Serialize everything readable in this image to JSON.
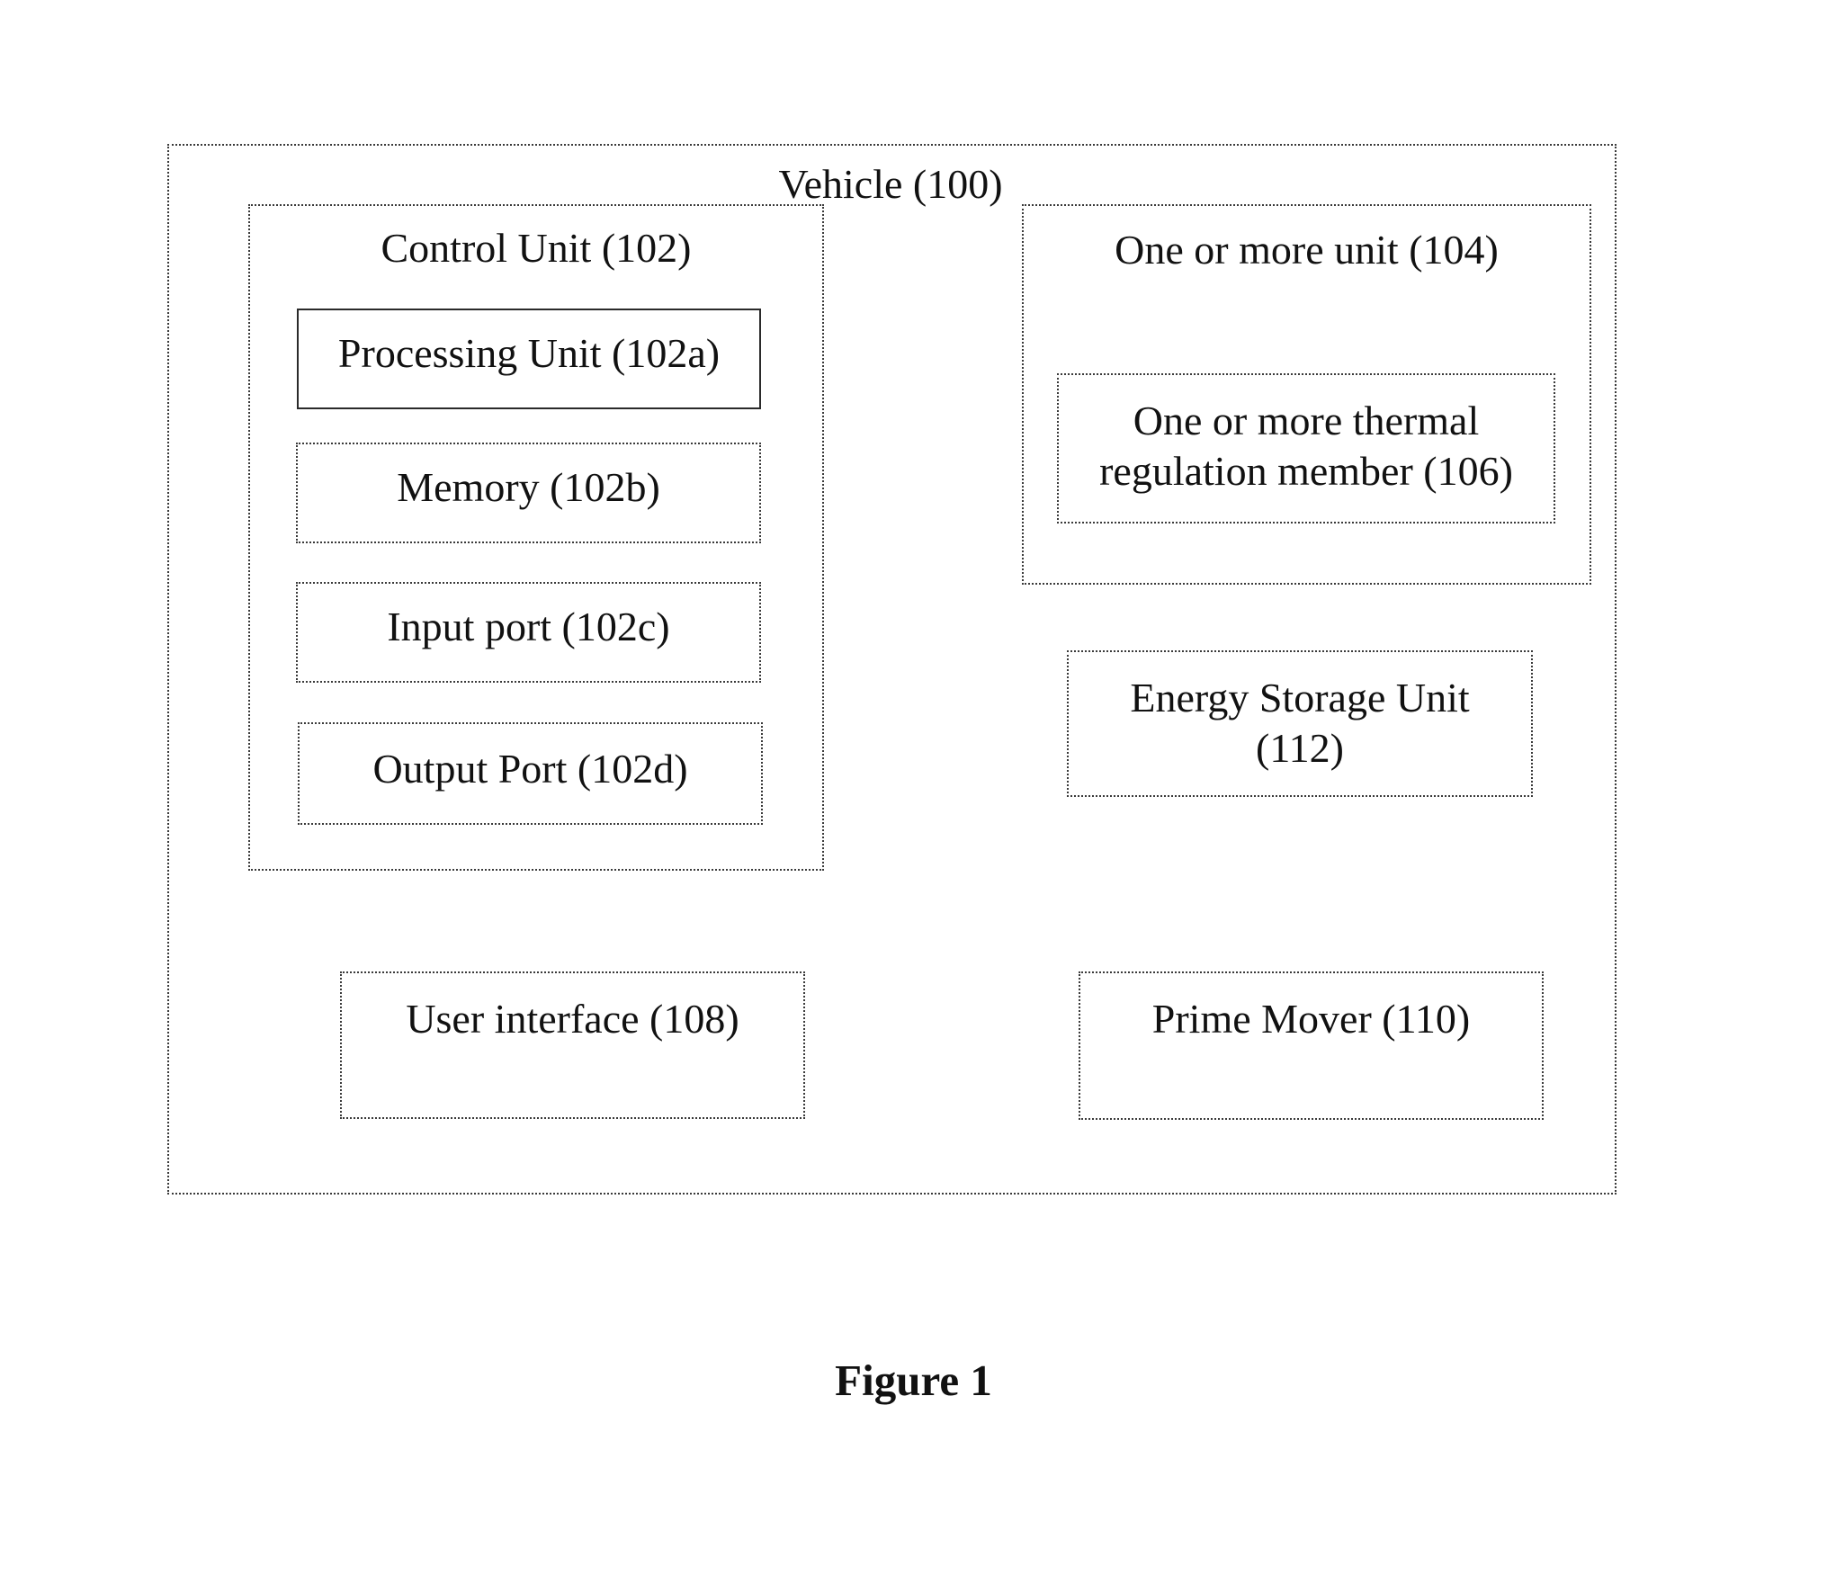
{
  "diagram": {
    "vehicle": {
      "label": "Vehicle (100)"
    },
    "control_unit": {
      "label": "Control Unit (102)",
      "processing_unit": "Processing Unit (102a)",
      "memory": "Memory (102b)",
      "input_port": "Input port (102c)",
      "output_port": "Output Port (102d)"
    },
    "units": {
      "label": "One or more unit (104)",
      "thermal_member_line1": "One or more thermal",
      "thermal_member_line2": "regulation member (106)"
    },
    "energy_storage": {
      "line1": "Energy Storage Unit",
      "line2": "(112)"
    },
    "user_interface": {
      "label": "User interface (108)"
    },
    "prime_mover": {
      "label": "Prime Mover (110)"
    }
  },
  "caption": "Figure 1"
}
